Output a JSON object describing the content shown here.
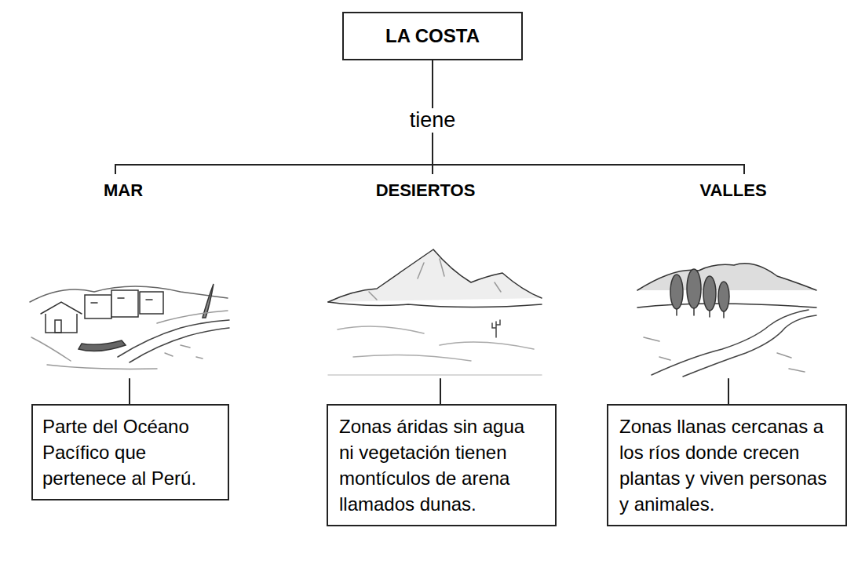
{
  "diagram": {
    "nodes": [
      {
        "text": [
          "LA COSTA"
        ]
      },
      {
        "text": [
          "MAR",
          "Parte del Océano Pacífico que pertenece al Perú."
        ]
      },
      {
        "text": [
          "DESIERTOS",
          "Zonas áridas sin agua ni vegetación tienen montículos de arena llamados dunas."
        ]
      },
      {
        "text": [
          "VALLES",
          "Zonas llanas cercanas a los ríos donde crecen plantas y viven personas y animales."
        ]
      }
    ],
    "edges": [
      {
        "from": 0,
        "to": 1,
        "arrow": "none"
      },
      {
        "from": 0,
        "to": 2,
        "label": "tiene",
        "arrow": "none"
      },
      {
        "from": 0,
        "to": 3,
        "arrow": "none"
      }
    ]
  }
}
